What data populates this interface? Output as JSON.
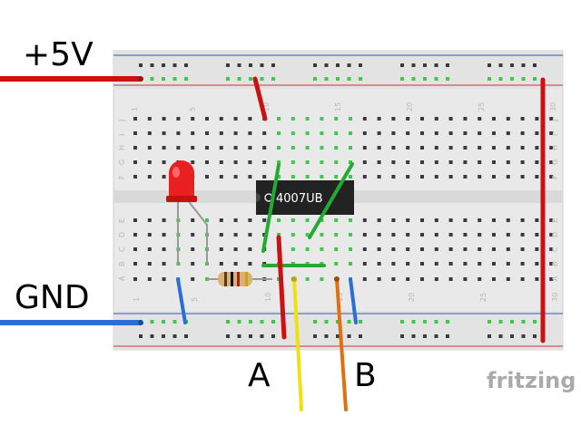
{
  "labels": {
    "vplus": "+5V",
    "gnd": "GND",
    "input_a": "A",
    "input_b": "B",
    "ic_part": "4007UB",
    "brand": "fritzing"
  },
  "breadboard": {
    "column_numbers": [
      "1",
      "5",
      "10",
      "15",
      "20",
      "25",
      "30"
    ],
    "row_letters_top": [
      "J",
      "I",
      "H",
      "G",
      "F"
    ],
    "row_letters_bottom": [
      "E",
      "D",
      "C",
      "B",
      "A"
    ]
  },
  "colors": {
    "power_wire": "#cc1111",
    "ground_wire": "#2a6fd6",
    "input_a_wire": "#f0e010",
    "input_b_wire": "#e07010",
    "jumper_green": "#22aa33",
    "led": "#e82020",
    "ic_body": "#222222",
    "board": "#e6e6e6"
  }
}
